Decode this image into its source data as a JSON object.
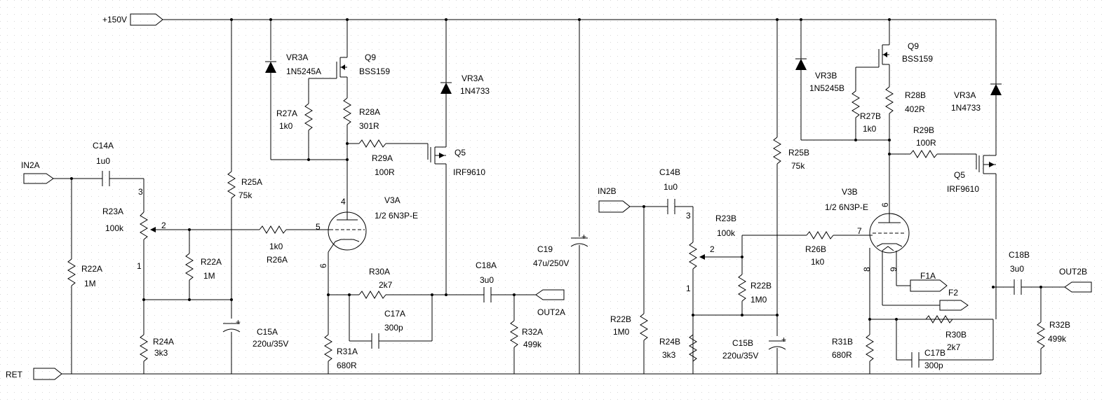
{
  "ports": {
    "vplus": "+150V",
    "in2a": "IN2A",
    "ret": "RET",
    "out2a": "OUT2A",
    "in2b": "IN2B",
    "out2b": "OUT2B",
    "f1a": "F1A",
    "f2": "F2"
  },
  "channel_a": {
    "c14a": {
      "ref": "C14A",
      "value": "1u0"
    },
    "r23a": {
      "ref": "R23A",
      "value": "100k",
      "pin1": "1",
      "pin2": "2",
      "pin3": "3"
    },
    "r22a_in": {
      "ref": "R22A",
      "value": "1M"
    },
    "r22a": {
      "ref": "R22A",
      "value": "1M"
    },
    "r24a": {
      "ref": "R24A",
      "value": "3k3"
    },
    "r25a": {
      "ref": "R25A",
      "value": "75k"
    },
    "c15a": {
      "ref": "C15A",
      "value": "220u/35V"
    },
    "r26a": {
      "ref": "R26A",
      "value": "1k0"
    },
    "v3a": {
      "ref": "V3A",
      "value": "1/2 6N3P-E",
      "pin_g": "5",
      "pin_a": "4",
      "pin_k": "6"
    },
    "vr3a_zener": {
      "ref": "VR3A",
      "value": "1N5245A"
    },
    "q9": {
      "ref": "Q9",
      "value": "BSS159"
    },
    "r27a": {
      "ref": "R27A",
      "value": "1k0"
    },
    "r28a": {
      "ref": "R28A",
      "value": "301R"
    },
    "r29a": {
      "ref": "R29A",
      "value": "100R"
    },
    "vr3a_2": {
      "ref": "VR3A",
      "value": "1N4733"
    },
    "q5": {
      "ref": "Q5",
      "value": "IRF9610"
    },
    "r30a": {
      "ref": "R30A",
      "value": "2k7"
    },
    "c17a": {
      "ref": "C17A",
      "value": "300p"
    },
    "r31a": {
      "ref": "R31A",
      "value": "680R"
    },
    "c18a": {
      "ref": "C18A",
      "value": "3u0"
    },
    "r32a": {
      "ref": "R32A",
      "value": "499k"
    }
  },
  "c19": {
    "ref": "C19",
    "value": "47u/250V"
  },
  "channel_b": {
    "c14b": {
      "ref": "C14B",
      "value": "1u0"
    },
    "r23b": {
      "ref": "R23B",
      "value": "100k",
      "pin1": "1",
      "pin2": "2",
      "pin3": "3"
    },
    "r22b_in": {
      "ref": "R22B",
      "value": "1M0"
    },
    "r22b": {
      "ref": "R22B",
      "value": "1M0"
    },
    "r24b": {
      "ref": "R24B",
      "value": "3k3"
    },
    "c15b": {
      "ref": "C15B",
      "value": "220u/35V"
    },
    "r25b": {
      "ref": "R25B",
      "value": "75k"
    },
    "r26b": {
      "ref": "R26B",
      "value": "1k0"
    },
    "v3b": {
      "ref": "V3B",
      "value": "1/2 6N3P-E",
      "pin_g": "7",
      "pin_a": "6",
      "pin_k": "8",
      "pin_h": "9"
    },
    "vr3b": {
      "ref": "VR3B",
      "value": "1N5245B"
    },
    "q9": {
      "ref": "Q9",
      "value": "BSS159"
    },
    "r27b": {
      "ref": "R27B",
      "value": "1k0"
    },
    "r28b": {
      "ref": "R28B",
      "value": "402R"
    },
    "vr3a_2": {
      "ref": "VR3A",
      "value": "1N4733"
    },
    "r29b": {
      "ref": "R29B",
      "value": "100R"
    },
    "q5": {
      "ref": "Q5",
      "value": "IRF9610"
    },
    "r30b": {
      "ref": "R30B",
      "value": "2k7"
    },
    "c17b": {
      "ref": "C17B",
      "value": "300p"
    },
    "r31b": {
      "ref": "R31B",
      "value": "680R"
    },
    "c18b": {
      "ref": "C18B",
      "value": "3u0"
    },
    "r32b": {
      "ref": "R32B",
      "value": "499k"
    }
  },
  "polarity_mark": "+"
}
